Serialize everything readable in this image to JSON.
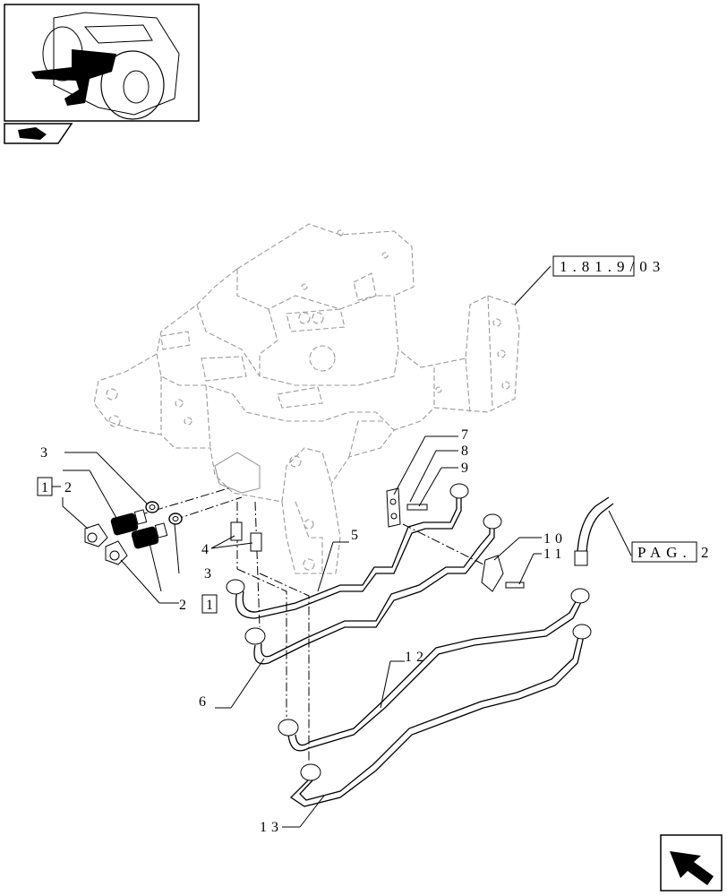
{
  "reference_labels": {
    "frame_ref": "1.81.9/03",
    "page_ref": "PAG. 2"
  },
  "callouts": {
    "c3a": "3",
    "c3b": "3",
    "c4": "4",
    "c5": "5",
    "c6": "6",
    "c7": "7",
    "c8": "8",
    "c9": "9",
    "c10": "10",
    "c11": "11",
    "c12": "12",
    "c13": "13",
    "c2a": "2",
    "c2b": "2",
    "box1a": "1",
    "box1b": "1"
  },
  "icons": {
    "thumbnail": "tractor-thumbnail-icon",
    "section": "section-book-icon",
    "nav": "next-page-arrow-icon"
  }
}
